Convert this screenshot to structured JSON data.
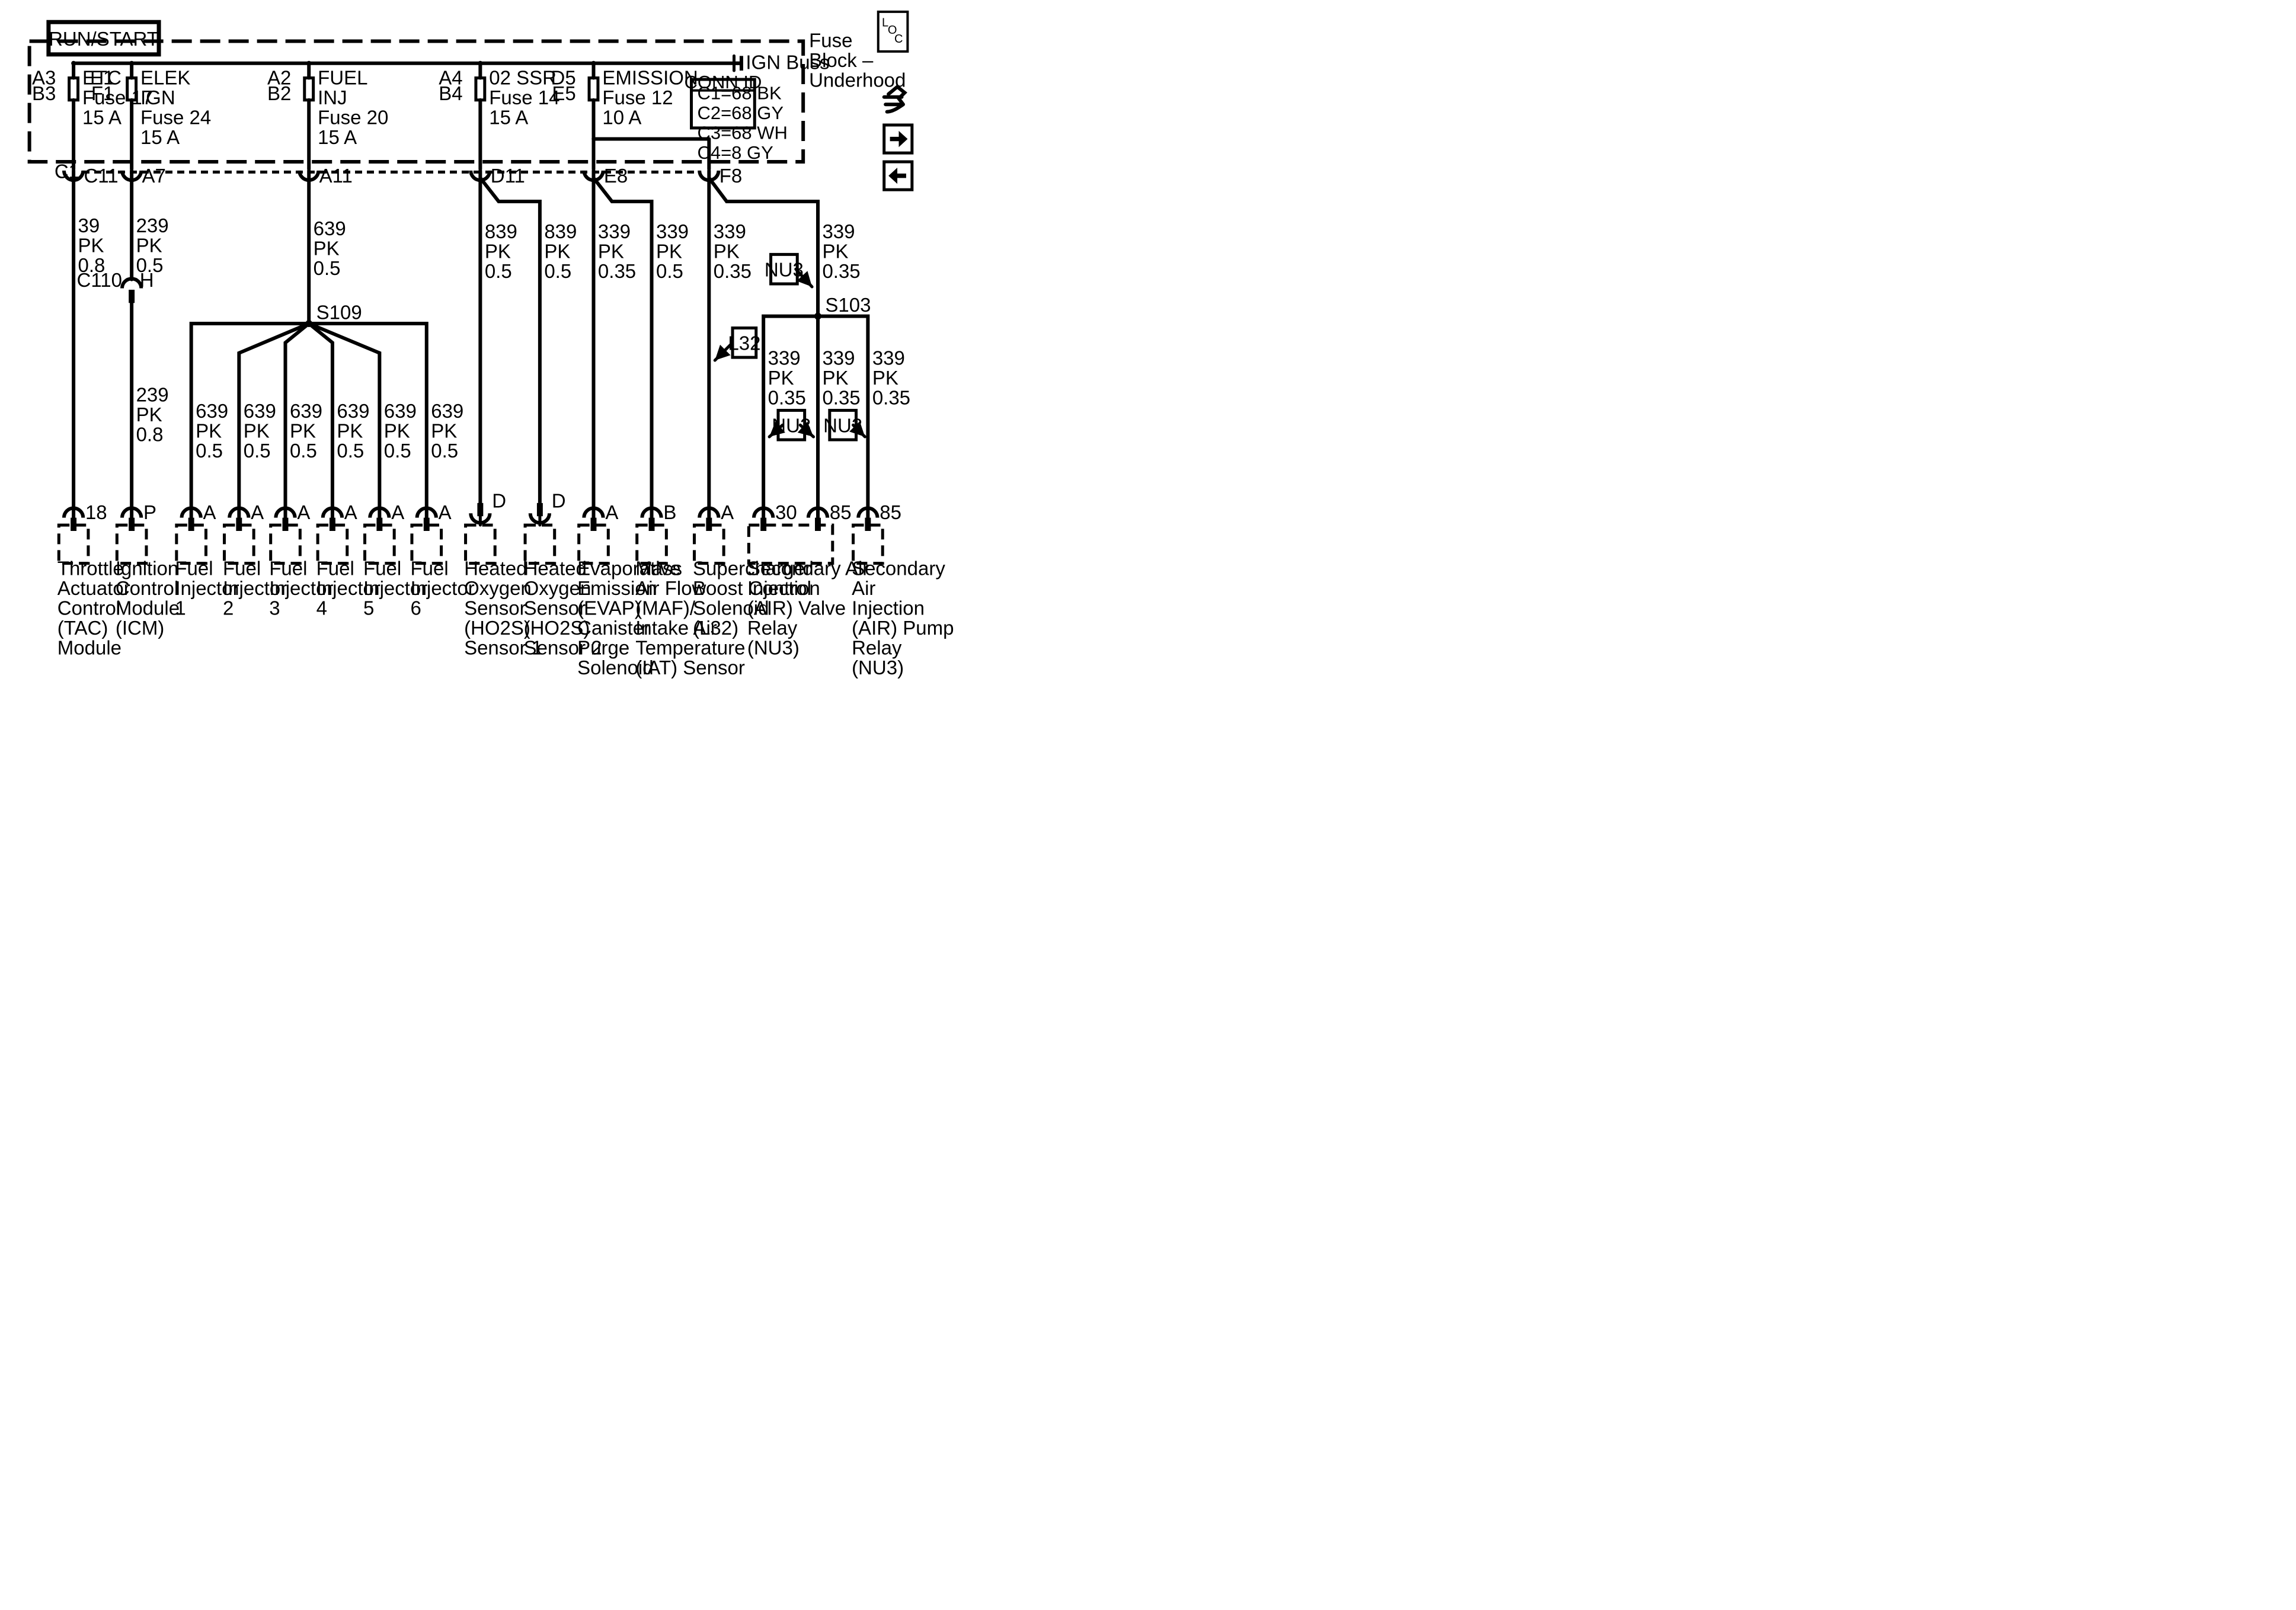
{
  "power_label": "RUN/START",
  "fuse_block": {
    "name": "Fuse\nBlock –\nUnderhood",
    "ign_buss": "IGN Buss"
  },
  "loc_icon": [
    "L",
    "O",
    "C"
  ],
  "nav_icons": [
    "diagnostic-tool-icon",
    "arrow-right-icon",
    "arrow-left-icon"
  ],
  "conn_id": {
    "title": "CONN ID",
    "rows": [
      "C1=68 BK",
      "C2=68 GY",
      "C3=68 WH",
      "C4=8 GY"
    ]
  },
  "fuses": [
    {
      "pin_top": "A3",
      "pin_bottom": "B3",
      "label": "ETC\nFuse 17\n15 A"
    },
    {
      "pin_top": "E1",
      "pin_bottom": "F1",
      "label": "ELEK\nIGN\nFuse 24\n15 A"
    },
    {
      "pin_top": "A2",
      "pin_bottom": "B2",
      "label": "FUEL\nINJ\nFuse 20\n15 A"
    },
    {
      "pin_top": "A4",
      "pin_bottom": "B4",
      "label": "02 SSR\nFuse 14\n15 A"
    },
    {
      "pin_top": "D5",
      "pin_bottom": "E5",
      "label": "EMISSION\nFuse 12\n10 A"
    }
  ],
  "fuse_connector": "C1",
  "connector_pins": [
    "C11",
    "A7",
    "A11",
    "D11",
    "E8",
    "F8"
  ],
  "inline_connector": {
    "name": "C110",
    "pin": "H"
  },
  "splices": [
    "S109",
    "S103"
  ],
  "option_tags": [
    "NU3",
    "L32",
    "NU3",
    "NU3"
  ],
  "wires": [
    "39\nPK\n0.8",
    "239\nPK\n0.5",
    "239\nPK\n0.8",
    "639\nPK\n0.5",
    "839\nPK\n0.5",
    "839\nPK\n0.5",
    "339\nPK\n0.35",
    "339\nPK\n0.5",
    "339\nPK\n0.35",
    "339\nPK\n0.35",
    "639\nPK\n0.5",
    "639\nPK\n0.5",
    "639\nPK\n0.5",
    "639\nPK\n0.5",
    "639\nPK\n0.5",
    "639\nPK\n0.5",
    "339\nPK\n0.35",
    "339\nPK\n0.35",
    "339\nPK\n0.35"
  ],
  "components": [
    {
      "pin": "18",
      "name": "Throttle\nActuator\nControl\n(TAC)\nModule"
    },
    {
      "pin": "P",
      "name": "Ignition\nControl\nModule\n(ICM)"
    },
    {
      "pin": "A",
      "name": "Fuel\nInjector\n1"
    },
    {
      "pin": "A",
      "name": "Fuel\nInjector\n2"
    },
    {
      "pin": "A",
      "name": "Fuel\nInjector\n3"
    },
    {
      "pin": "A",
      "name": "Fuel\nInjector\n4"
    },
    {
      "pin": "A",
      "name": "Fuel\nInjector\n5"
    },
    {
      "pin": "A",
      "name": "Fuel\nInjector\n6"
    },
    {
      "pin": "D",
      "name": "Heated\nOxygen\nSensor\n(HO2S)\nSensor 1"
    },
    {
      "pin": "D",
      "name": "Heated\nOxygen\nSensor\n(HO2S)\nSensor 2"
    },
    {
      "pin": "A",
      "name": "Evaporative\nEmission\n(EVAP)\nCanister\nPurge\nSolenoid"
    },
    {
      "pin": "B",
      "name": "Mass\nAir Flow\n(MAF)/\nIntake Air\nTemperature\n(IAT) Sensor"
    },
    {
      "pin": "A",
      "name": "Supercharger\nBoost Control\nSolenoid\n(L32)"
    },
    {
      "pin": "30",
      "pin2": "85",
      "name": "Secondary Air\nInjection\n(AIR) Valve\nRelay\n(NU3)"
    },
    {
      "pin": "85",
      "name": "Secondary\nAir\nInjection\n(AIR) Pump\nRelay\n(NU3)"
    }
  ]
}
